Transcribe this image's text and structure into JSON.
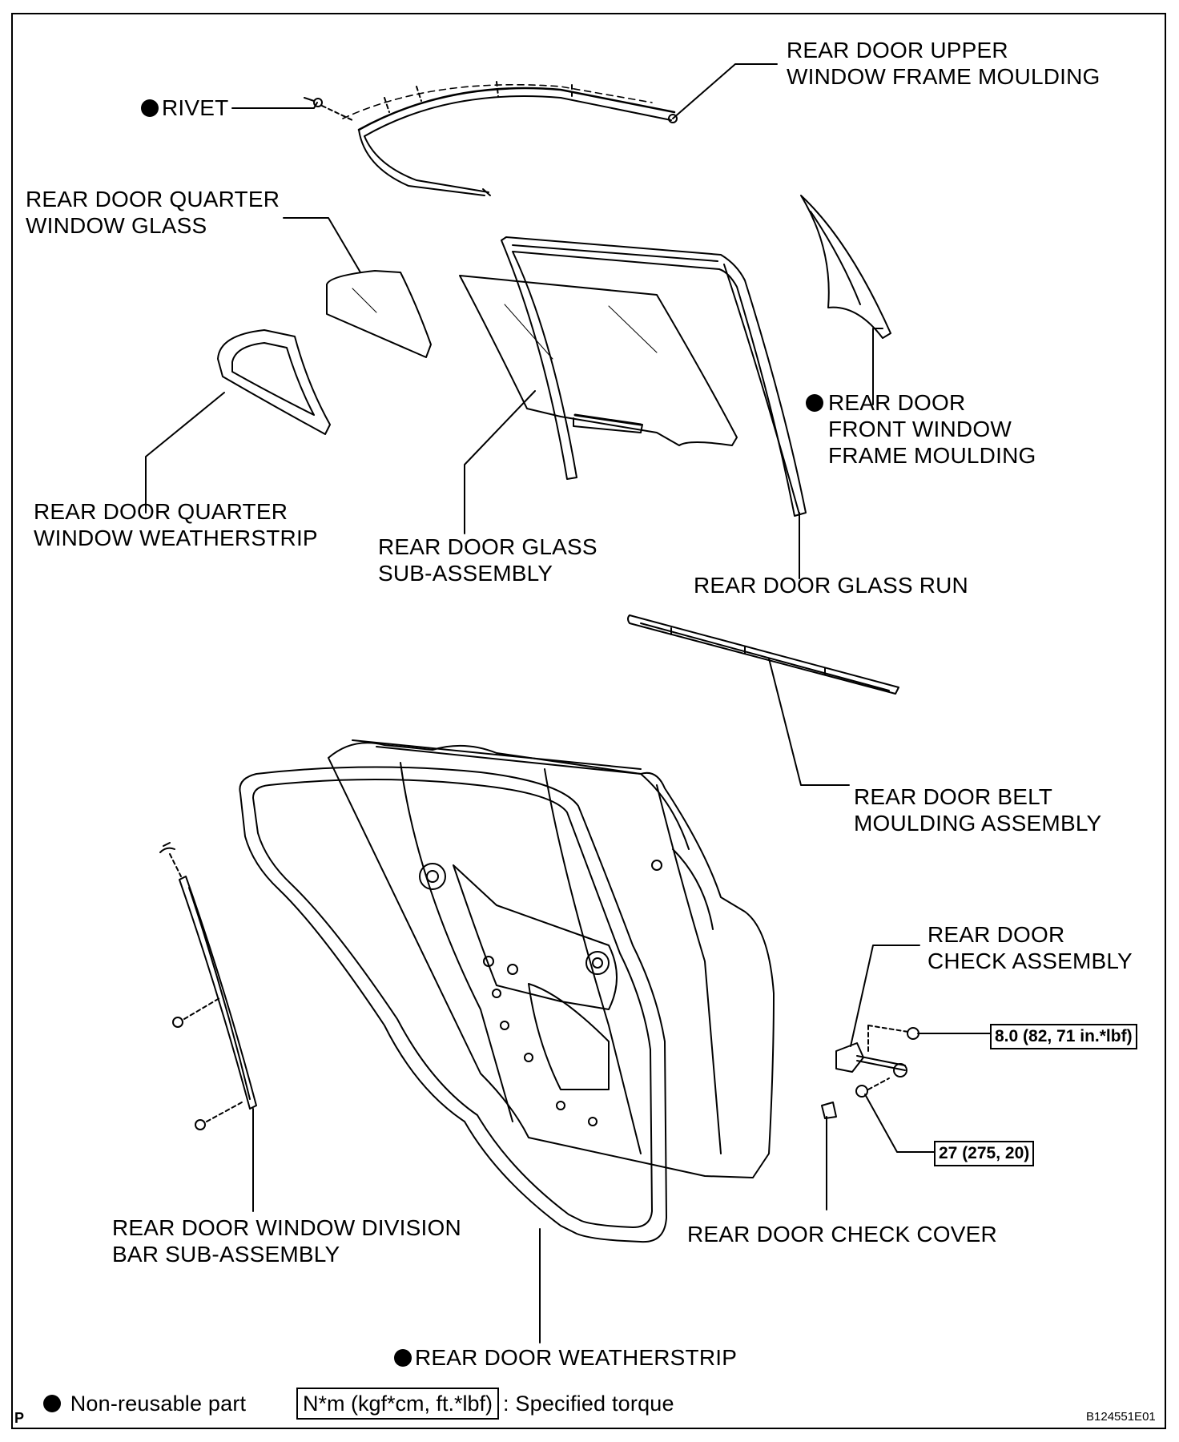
{
  "labels": {
    "rivet": "RIVET",
    "upper_moulding": "REAR DOOR UPPER\nWINDOW FRAME MOULDING",
    "quarter_glass": "REAR DOOR QUARTER\nWINDOW GLASS",
    "front_frame_moulding": "REAR DOOR\nFRONT WINDOW\nFRAME MOULDING",
    "quarter_weatherstrip": "REAR DOOR QUARTER\nWINDOW WEATHERSTRIP",
    "glass_subassembly": "REAR DOOR GLASS\nSUB-ASSEMBLY",
    "glass_run": "REAR DOOR GLASS RUN",
    "belt_moulding": "REAR DOOR BELT\nMOULDING ASSEMBLY",
    "check_assembly": "REAR DOOR\nCHECK ASSEMBLY",
    "division_bar": "REAR DOOR WINDOW DIVISION\nBAR SUB-ASSEMBLY",
    "check_cover": "REAR DOOR CHECK COVER",
    "weatherstrip": "REAR DOOR WEATHERSTRIP"
  },
  "torques": {
    "check_nut": "8.0 (82, 71 in.*lbf)",
    "check_bolt": "27 (275, 20)"
  },
  "legend": {
    "non_reusable": "Non-reusable part",
    "torque_unit": "N*m (kgf*cm, ft.*lbf)",
    "torque_desc": ": Specified torque"
  },
  "footer": {
    "left_mark": "P",
    "figure_code": "B124551E01"
  }
}
